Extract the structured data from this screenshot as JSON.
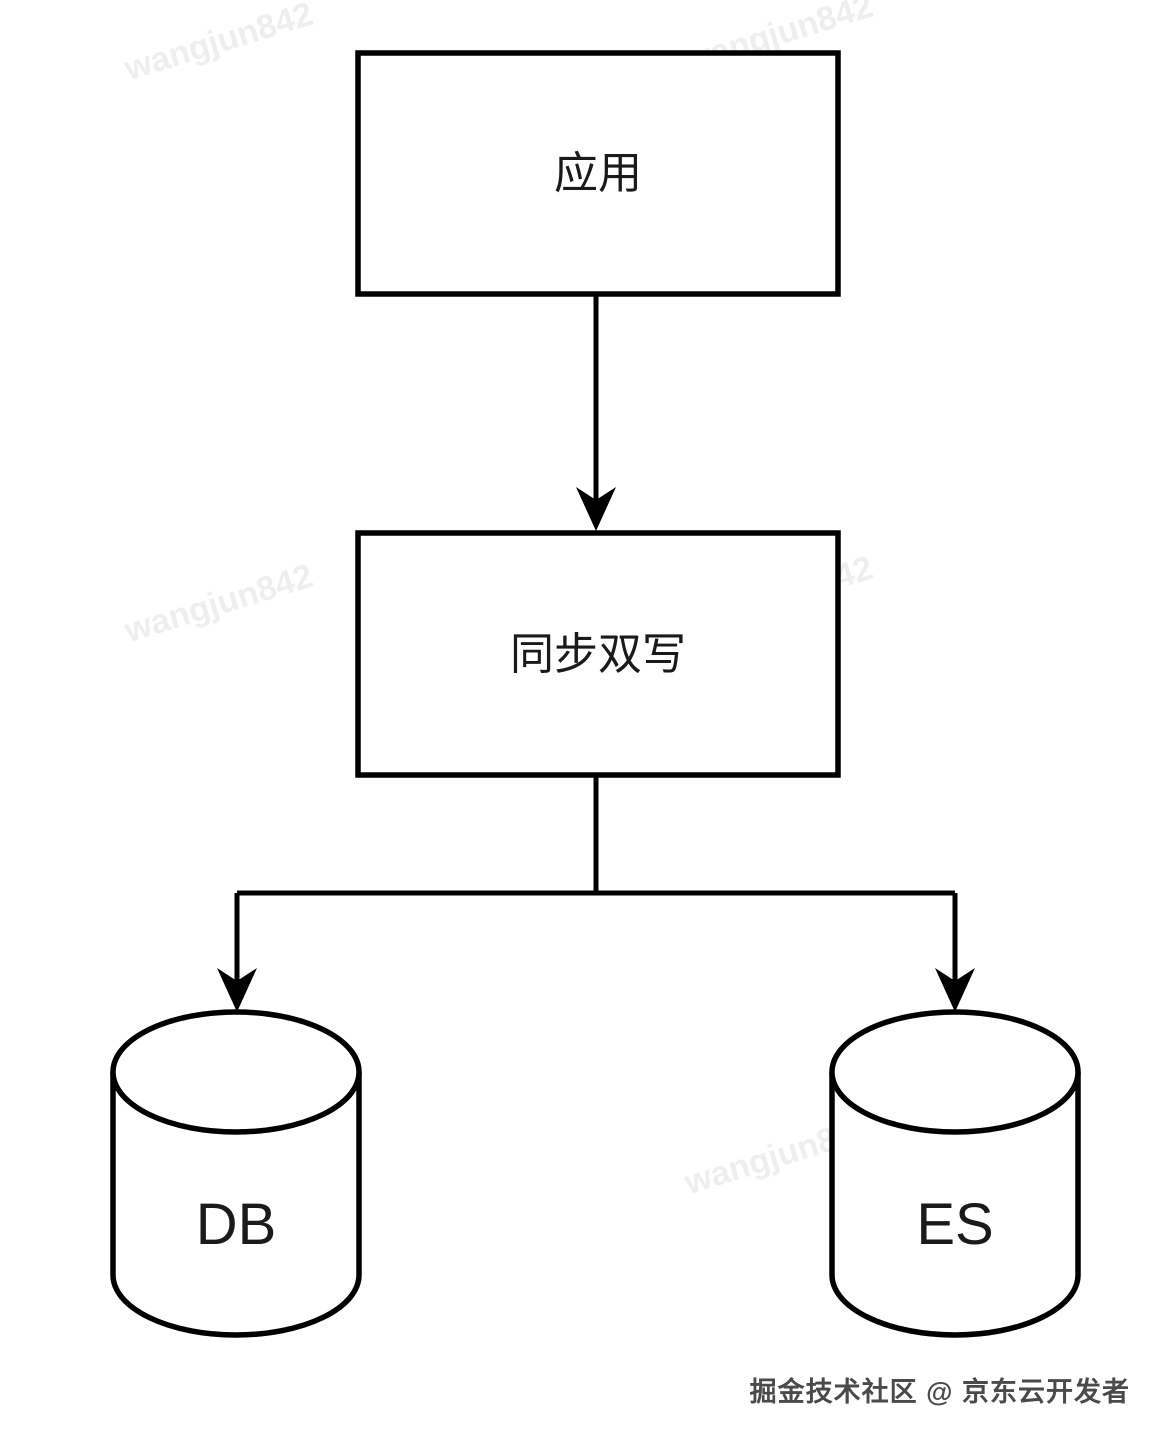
{
  "diagram_type": "flowchart",
  "watermark": {
    "text": "wangjun842"
  },
  "nodes": {
    "app": {
      "label": "应用",
      "shape": "rectangle"
    },
    "sync": {
      "label": "同步双写",
      "shape": "rectangle"
    },
    "db": {
      "label": "DB",
      "shape": "database-cylinder"
    },
    "es": {
      "label": "ES",
      "shape": "database-cylinder"
    }
  },
  "edges": [
    {
      "from": "app",
      "to": "sync",
      "arrow": true
    },
    {
      "from": "sync",
      "to": "db",
      "arrow": true
    },
    {
      "from": "sync",
      "to": "es",
      "arrow": true
    }
  ],
  "footer": {
    "attribution": "掘金技术社区 @ 京东云开发者"
  },
  "colors": {
    "stroke": "#000000",
    "background": "#ffffff",
    "watermark": "rgba(0,0,0,0.065)",
    "footer_text": "#4a4a4a"
  }
}
